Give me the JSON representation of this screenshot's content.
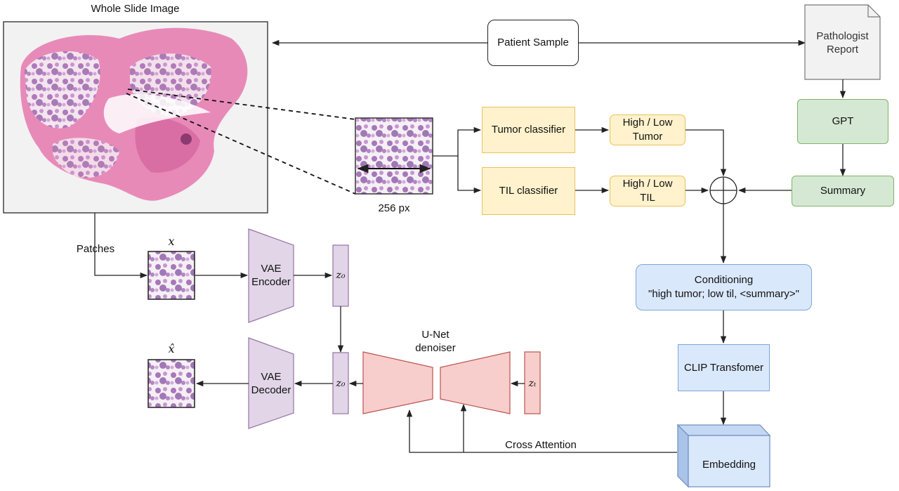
{
  "wsi": {
    "title": "Whole Slide Image"
  },
  "patient_sample": "Patient Sample",
  "pathologist_report": "Pathologist\nReport",
  "gpt": "GPT",
  "summary": "Summary",
  "patch_size": "256 px",
  "tumor_classifier": "Tumor classifier",
  "til_classifier": "TIL classifier",
  "tumor_output": "High / Low\nTumor",
  "til_output": "High / Low\nTIL",
  "conditioning": {
    "title": "Conditioning",
    "text": "\"high tumor; low til, <summary>\""
  },
  "clip": "CLIP Transfomer",
  "embedding": "Embedding",
  "patches_label": "Patches",
  "x_label": "x",
  "xhat_label": "x̂",
  "vae_encoder": "VAE\nEncoder",
  "vae_decoder": "VAE\nDecoder",
  "z0": "z₀",
  "zt": "zₜ",
  "unet": "U-Net\ndenoiser",
  "cross_attention": "Cross Attention",
  "colors": {
    "tissue_pink": "#e88ab8",
    "tissue_purple": "#9a62b0",
    "vae_purple": "#e1d5e7",
    "unet_red": "#f8cecc",
    "yellow": "#fff2cc",
    "green": "#d5e8d4",
    "blue": "#dae8fc"
  }
}
